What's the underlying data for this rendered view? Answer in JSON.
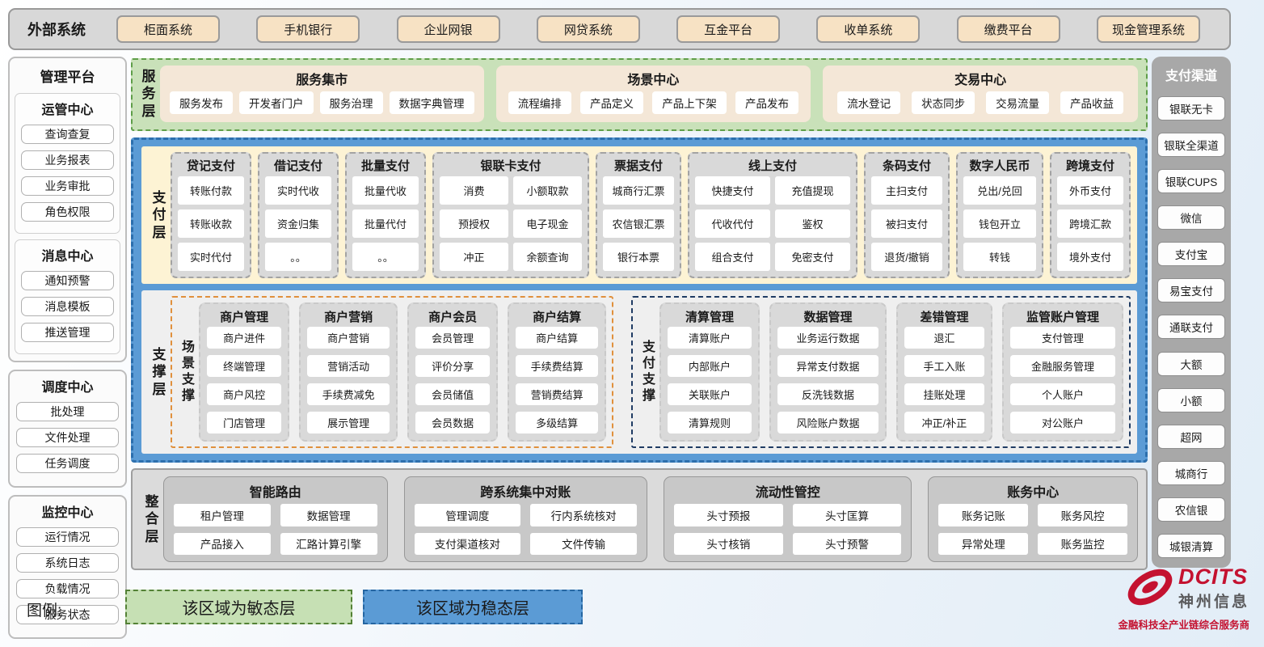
{
  "external": {
    "title": "外部系统",
    "items": [
      "柜面系统",
      "手机银行",
      "企业网银",
      "网贷系统",
      "互金平台",
      "收单系统",
      "缴费平台",
      "现金管理系统"
    ]
  },
  "management": {
    "title": "管理平台",
    "groups": [
      {
        "title": "运管中心",
        "items": [
          "查询查复",
          "业务报表",
          "业务审批",
          "角色权限"
        ]
      },
      {
        "title": "消息中心",
        "items": [
          "通知预警",
          "消息模板",
          "推送管理"
        ]
      },
      {
        "title": "调度中心",
        "items": [
          "批处理",
          "文件处理",
          "任务调度"
        ]
      },
      {
        "title": "监控中心",
        "items": [
          "运行情况",
          "系统日志",
          "负载情况",
          "服务状态"
        ]
      }
    ]
  },
  "service_layer": {
    "label": "服务层",
    "groups": [
      {
        "title": "服务集市",
        "items": [
          "服务发布",
          "开发者门户",
          "服务治理",
          "数据字典管理"
        ]
      },
      {
        "title": "场景中心",
        "items": [
          "流程编排",
          "产品定义",
          "产品上下架",
          "产品发布"
        ]
      },
      {
        "title": "交易中心",
        "items": [
          "流水登记",
          "状态同步",
          "交易流量",
          "产品收益"
        ]
      }
    ]
  },
  "payment_layer": {
    "label": "支付层",
    "columns": [
      {
        "title": "贷记支付",
        "items": [
          "转账付款",
          "转账收款",
          "实时代付"
        ]
      },
      {
        "title": "借记支付",
        "items": [
          "实时代收",
          "资金归集",
          "。。"
        ]
      },
      {
        "title": "批量支付",
        "items": [
          "批量代收",
          "批量代付",
          "。。"
        ]
      },
      {
        "title": "银联卡支付",
        "items": [
          "消费",
          "小额取款",
          "预授权",
          "电子现金",
          "冲正",
          "余额查询"
        ]
      },
      {
        "title": "票据支付",
        "items": [
          "城商行汇票",
          "农信银汇票",
          "银行本票"
        ]
      },
      {
        "title": "线上支付",
        "items": [
          "快捷支付",
          "充值提现",
          "代收代付",
          "鉴权",
          "组合支付",
          "免密支付"
        ]
      },
      {
        "title": "条码支付",
        "items": [
          "主扫支付",
          "被扫支付",
          "退货/撤销"
        ]
      },
      {
        "title": "数字人民币",
        "items": [
          "兑出/兑回",
          "钱包开立",
          "转钱"
        ]
      },
      {
        "title": "跨境支付",
        "items": [
          "外币支付",
          "跨境汇款",
          "境外支付"
        ]
      }
    ]
  },
  "support_layer": {
    "label": "支撑层",
    "sections": [
      {
        "label": "场景支撑",
        "columns": [
          {
            "title": "商户管理",
            "items": [
              "商户进件",
              "终端管理",
              "商户风控",
              "门店管理"
            ]
          },
          {
            "title": "商户营销",
            "items": [
              "商户营销",
              "营销活动",
              "手续费减免",
              "展示管理"
            ]
          },
          {
            "title": "商户会员",
            "items": [
              "会员管理",
              "评价分享",
              "会员储值",
              "会员数据"
            ]
          },
          {
            "title": "商户结算",
            "items": [
              "商户结算",
              "手续费结算",
              "营销费结算",
              "多级结算"
            ]
          }
        ]
      },
      {
        "label": "支付支撑",
        "columns": [
          {
            "title": "清算管理",
            "items": [
              "清算账户",
              "内部账户",
              "关联账户",
              "清算规则"
            ]
          },
          {
            "title": "数据管理",
            "items": [
              "业务运行数据",
              "异常支付数据",
              "反洗钱数据",
              "风险账户数据"
            ]
          },
          {
            "title": "差错管理",
            "items": [
              "退汇",
              "手工入账",
              "挂账处理",
              "冲正/补正"
            ]
          },
          {
            "title": "监管账户管理",
            "items": [
              "支付管理",
              "金融服务管理",
              "个人账户",
              "对公账户"
            ]
          }
        ]
      }
    ]
  },
  "integration_layer": {
    "label": "整合层",
    "groups": [
      {
        "title": "智能路由",
        "items": [
          "租户管理",
          "数据管理",
          "产品接入",
          "汇路计算引擎"
        ]
      },
      {
        "title": "跨系统集中对账",
        "items": [
          "管理调度",
          "行内系统核对",
          "支付渠道核对",
          "文件传输"
        ]
      },
      {
        "title": "流动性管控",
        "items": [
          "头寸预报",
          "头寸匡算",
          "头寸核销",
          "头寸预警"
        ]
      },
      {
        "title": "账务中心",
        "items": [
          "账务记账",
          "账务风控",
          "异常处理",
          "账务监控"
        ]
      }
    ]
  },
  "channels": {
    "title": "支付渠道",
    "items": [
      "银联无卡",
      "银联全渠道",
      "银联CUPS",
      "微信",
      "支付宝",
      "易宝支付",
      "通联支付",
      "大额",
      "小额",
      "超网",
      "城商行",
      "农信银",
      "城银清算"
    ]
  },
  "legend": {
    "label": "图例:",
    "agile": "该区域为敏态层",
    "stable": "该区域为稳态层"
  },
  "logo": {
    "brand": "DCITS",
    "name": "神州信息",
    "tagline": "金融科技全产业链综合服务商"
  },
  "colors": {
    "agile_green": "#c9e1b9",
    "stable_blue": "#5b9bd5",
    "payment_cream": "#fdf3d4",
    "panel_gray": "#d9d9d9",
    "tan_button": "#f7e2c4",
    "brand_red": "#c41230"
  }
}
